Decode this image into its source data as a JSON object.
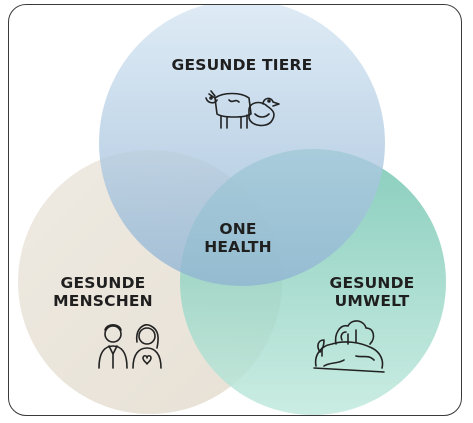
{
  "diagram": {
    "top_circle": {
      "label": "GESUNDE TIERE",
      "icon": "animals-icon",
      "color": "#b9d3ea"
    },
    "left_circle": {
      "label_line1": "GESUNDE",
      "label_line2": "MENSCHEN",
      "icon": "people-icon",
      "color": "#e8e3d8"
    },
    "right_circle": {
      "label_line1": "GESUNDE",
      "label_line2": "UMWELT",
      "icon": "earth-icon",
      "color": "#8fd3c0"
    },
    "center": {
      "label_line1": "ONE",
      "label_line2": "HEALTH"
    }
  }
}
